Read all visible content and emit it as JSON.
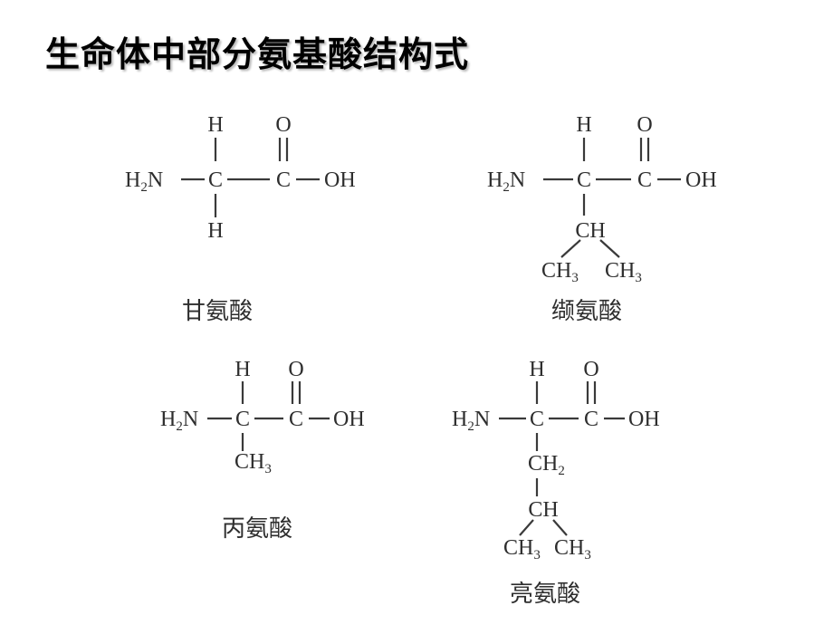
{
  "title": "生命体中部分氨基酸结构式",
  "structures": [
    {
      "name": "甘氨酸",
      "backbone": {
        "amino": "H",
        "amino_sub": "2",
        "amino_tail": "N",
        "alpha_c": "C",
        "carbonyl_c": "C",
        "hydroxyl": "OH",
        "alpha_h": "H",
        "carbonyl_o": "O"
      },
      "side_chain": {
        "alpha_h_bottom": "H"
      }
    },
    {
      "name": "缬氨酸",
      "backbone": {
        "amino": "H",
        "amino_sub": "2",
        "amino_tail": "N",
        "alpha_c": "C",
        "carbonyl_c": "C",
        "hydroxyl": "OH",
        "alpha_h": "H",
        "carbonyl_o": "O"
      },
      "side_chain": {
        "ch": "CH",
        "left_ch3": "CH",
        "left_sub": "3",
        "right_ch3": "CH",
        "right_sub": "3"
      }
    },
    {
      "name": "丙氨酸",
      "backbone": {
        "amino": "H",
        "amino_sub": "2",
        "amino_tail": "N",
        "alpha_c": "C",
        "carbonyl_c": "C",
        "hydroxyl": "OH",
        "alpha_h": "H",
        "carbonyl_o": "O"
      },
      "side_chain": {
        "ch3": "CH",
        "ch3_sub": "3"
      }
    },
    {
      "name": "亮氨酸",
      "backbone": {
        "amino": "H",
        "amino_sub": "2",
        "amino_tail": "N",
        "alpha_c": "C",
        "carbonyl_c": "C",
        "hydroxyl": "OH",
        "alpha_h": "H",
        "carbonyl_o": "O"
      },
      "side_chain": {
        "ch2": "CH",
        "ch2_sub": "2",
        "ch": "CH",
        "left_ch3": "CH",
        "left_sub": "3",
        "right_ch3": "CH",
        "right_sub": "3"
      }
    }
  ]
}
